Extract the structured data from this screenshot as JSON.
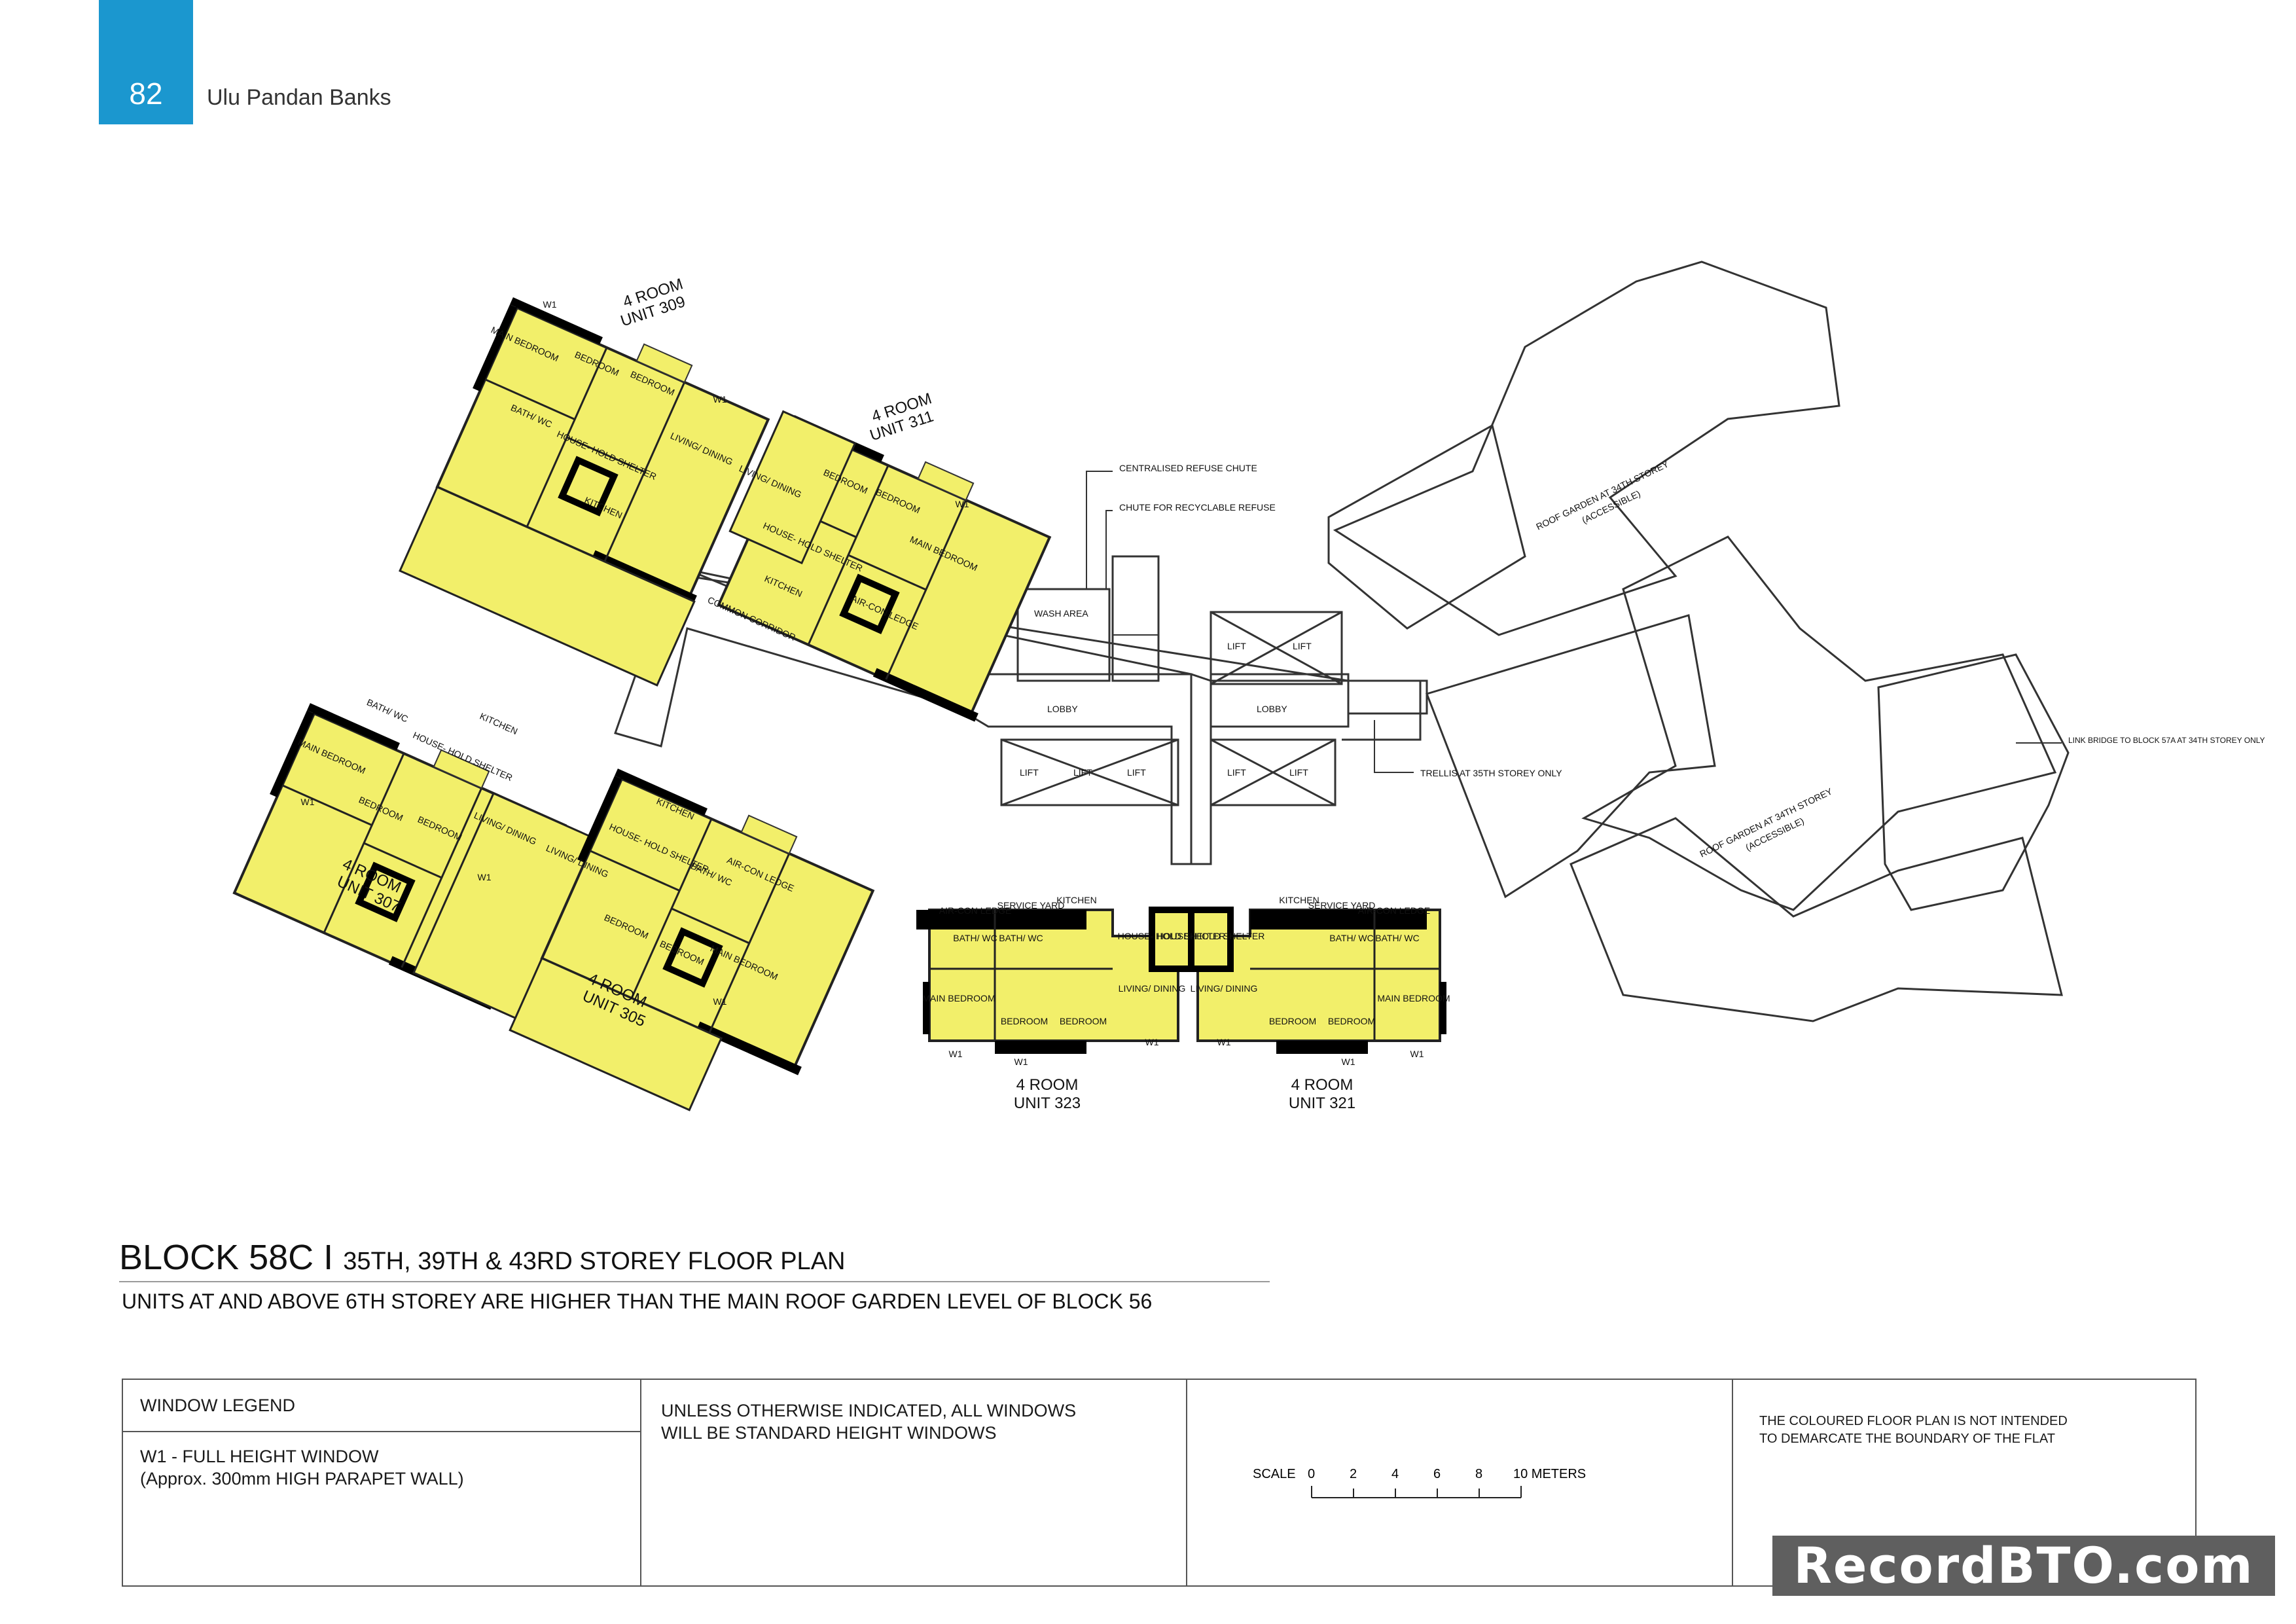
{
  "header": {
    "page_number": "82",
    "project": "Ulu Pandan Banks"
  },
  "plan": {
    "room_labels": {
      "main_bedroom": "MAIN BEDROOM",
      "bedroom": "BEDROOM",
      "bath_wc": "BATH/ WC",
      "living_dining": "LIVING/ DINING",
      "kitchen": "KITCHEN",
      "service_yard": "SERVICE YARD",
      "household_shelter": "HOUSE- HOLD SHELTER",
      "aircon_ledge": "AIR-CON LEDGE",
      "window_w1": "W1"
    },
    "units": [
      {
        "type": "4 ROOM",
        "number": "UNIT 309"
      },
      {
        "type": "4 ROOM",
        "number": "UNIT 311"
      },
      {
        "type": "4 ROOM",
        "number": "UNIT 307"
      },
      {
        "type": "4 ROOM",
        "number": "UNIT 305"
      },
      {
        "type": "4 ROOM",
        "number": "UNIT 323"
      },
      {
        "type": "4 ROOM",
        "number": "UNIT 321"
      }
    ],
    "common": {
      "common_corridor": "COMMON CORRIDOR",
      "lobby": "LOBBY",
      "lift": "LIFT",
      "wash_area": "WASH AREA",
      "refuse_chute": "CENTRALISED REFUSE CHUTE",
      "recyclable_chute": "CHUTE FOR RECYCLABLE REFUSE",
      "trellis": "TRELLIS AT 35TH STOREY ONLY",
      "roof_garden": "ROOF GARDEN AT 34TH STOREY",
      "accessible": "(ACCESSIBLE)",
      "link_bridge": "LINK BRIDGE TO BLOCK 57A AT 34TH STOREY ONLY"
    }
  },
  "title": {
    "block": "BLOCK 58C",
    "separator": "I",
    "storeys": "35TH, 39TH & 43RD STOREY FLOOR PLAN",
    "subtitle": "UNITS AT AND ABOVE 6TH STOREY ARE HIGHER THAN THE MAIN ROOF GARDEN LEVEL OF BLOCK 56"
  },
  "legend": {
    "heading": "WINDOW LEGEND",
    "w1_line1": "W1 - FULL HEIGHT WINDOW",
    "w1_line2": "(Approx. 300mm HIGH PARAPET WALL)",
    "note_line1": "UNLESS OTHERWISE INDICATED, ALL WINDOWS",
    "note_line2": "WILL BE STANDARD HEIGHT WINDOWS",
    "scale_label": "SCALE",
    "scale_ticks": [
      "0",
      "2",
      "4",
      "6",
      "8",
      "10 METERS"
    ],
    "disclaimer_line1": "THE COLOURED FLOOR PLAN IS NOT INTENDED",
    "disclaimer_line2": "TO DEMARCATE THE BOUNDARY OF THE FLAT"
  },
  "watermark": "RecordBTO.com",
  "colors": {
    "unit_fill": "#f2ef6a",
    "accent": "#1b97cf",
    "wall": "#000000"
  }
}
